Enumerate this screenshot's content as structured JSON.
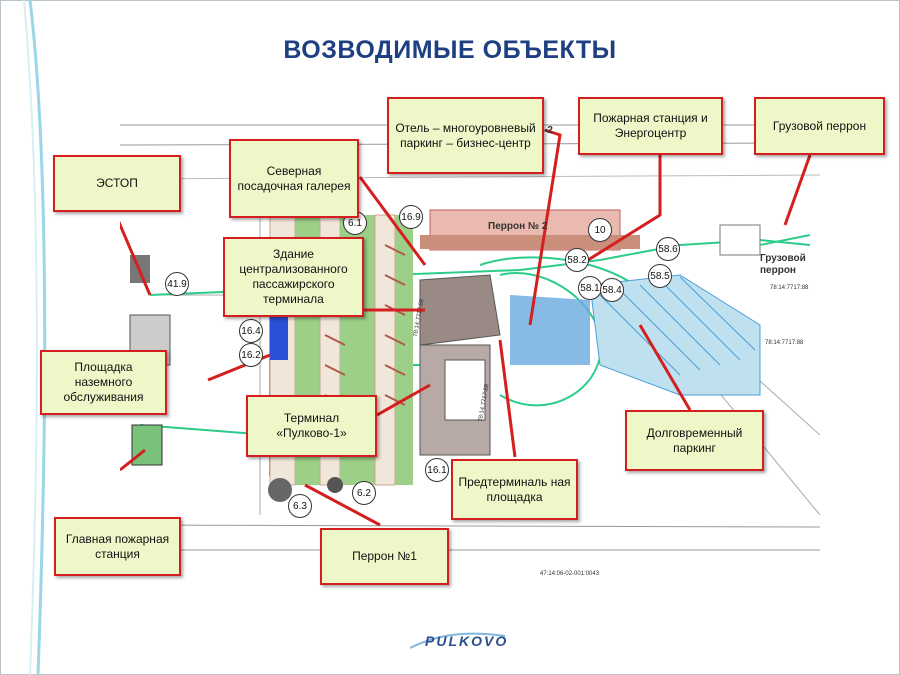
{
  "title": "ВОЗВОДИМЫЕ ОБЪЕКТЫ",
  "callouts": {
    "estop": "ЭСТОП",
    "north_gallery": "Северная посадочная галерея",
    "hotel": "Отель – многоуровневый паркинг – бизнес-центр",
    "fire_energy": "Пожарная станция и Энергоцентр",
    "cargo_apron": "Грузовой перрон",
    "central_terminal": "Здание централизованного пассажирского терминала",
    "ground_service": "Площадка наземного обслуживания",
    "terminal_p1": "Терминал «Пулково-1»",
    "long_parking": "Долговременный паркинг",
    "preterminal": "Предтерминаль ная площадка",
    "main_fire": "Главная пожарная станция",
    "apron1": "Перрон №1"
  },
  "map_labels": {
    "apron2": "Перрон № 2",
    "cargo_apron_map": "Грузовой перрон",
    "road_tag": "-2"
  },
  "badges": [
    "41.9",
    "6.1",
    "16.9",
    "16.4",
    "16.2",
    "10",
    "58.2",
    "58.6",
    "58.5",
    "58.1",
    "58.4",
    "16.1",
    "6.3",
    "6.2"
  ],
  "coords": [
    "78:14:7717:88",
    "78:14:7717:88",
    "78:14:7717:88",
    "78:14:7717:88",
    "47:14:06-02-001:0043"
  ],
  "logo": "PULKOVO",
  "colors": {
    "callout_border": "#d51f1f",
    "callout_fill": "#eef7c8",
    "title": "#1e3f82",
    "route": "#2ecc8a",
    "parking": "#4aa0d8"
  }
}
